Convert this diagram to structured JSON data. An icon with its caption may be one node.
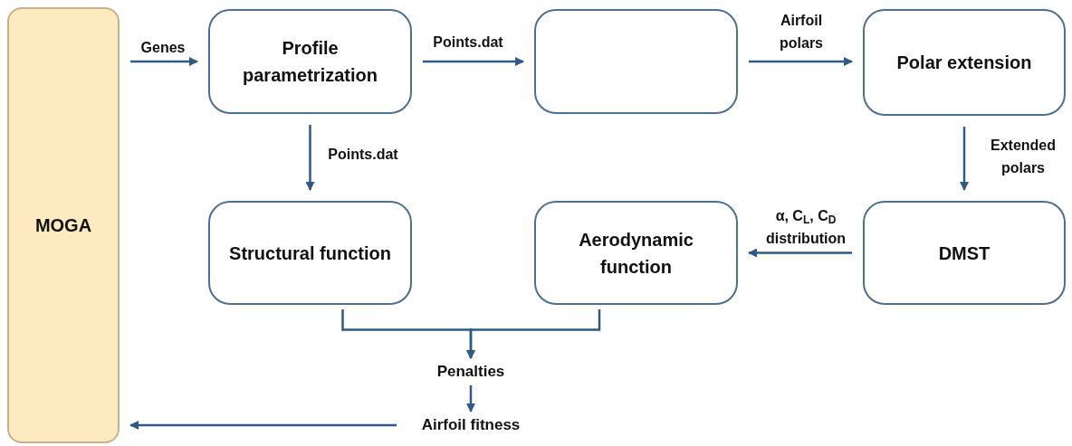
{
  "diagram": {
    "nodes": [
      {
        "text": [
          "MOGA"
        ]
      },
      {
        "text": [
          "Profile parametrization"
        ]
      },
      {
        "text": [],
        "shape": "box"
      },
      {
        "text": [
          "Polar extension"
        ]
      },
      {
        "text": [
          "Structural function"
        ]
      },
      {
        "text": [
          "Aerodynamic function"
        ]
      },
      {
        "text": [
          "DMST"
        ]
      },
      {
        "text": [
          "Penalties"
        ]
      },
      {
        "text": [
          "Airfoil fitness"
        ]
      }
    ],
    "edges": [
      {
        "from": 0,
        "to": 1,
        "arrow": "to",
        "label": "Genes"
      },
      {
        "from": 1,
        "to": 2,
        "arrow": "to",
        "label": "Points.dat"
      },
      {
        "from": 2,
        "to": 3,
        "arrow": "to",
        "label": "Airfoil polars"
      },
      {
        "from": 3,
        "to": 6,
        "arrow": "to",
        "label": "Extended polars"
      },
      {
        "from": 6,
        "to": 5,
        "arrow": "to",
        "label": "α, C$_{L}$, C$_{D}$ distribution"
      },
      {
        "from": 1,
        "to": 4,
        "arrow": "to",
        "label": "Points.dat"
      },
      {
        "from": 4,
        "to": 7,
        "arrow": "to"
      },
      {
        "from": 5,
        "to": 7,
        "arrow": "to"
      },
      {
        "from": 7,
        "to": 8,
        "arrow": "to"
      },
      {
        "from": 8,
        "to": 0,
        "arrow": "to"
      }
    ]
  }
}
